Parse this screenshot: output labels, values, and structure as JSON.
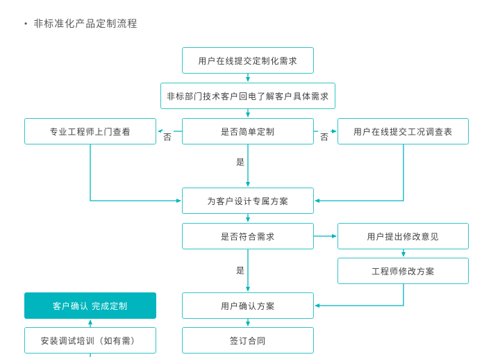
{
  "page": {
    "bullet": "•",
    "title": "非标准化产品定制流程"
  },
  "flowchart": {
    "nodes": {
      "submit_request": {
        "label": "用户在线提交定制化需求"
      },
      "callback": {
        "label": "非标部门技术客户回电了解客户具体需求"
      },
      "engineer_visit": {
        "label": "专业工程师上门查看"
      },
      "simple_custom": {
        "label": "是否简单定制"
      },
      "survey_form": {
        "label": "用户在线提交工况调查表"
      },
      "design_plan": {
        "label": "为客户设计专属方案"
      },
      "meet_needs": {
        "label": "是否符合需求"
      },
      "feedback": {
        "label": "用户提出修改意见"
      },
      "revise_plan": {
        "label": "工程师修改方案"
      },
      "confirm_plan": {
        "label": "用户确认方案"
      },
      "complete": {
        "label": "客户确认 完成定制"
      },
      "install_training": {
        "label": "安装调试培训（如有需）"
      },
      "sign_contract": {
        "label": "签订合同"
      }
    },
    "edge_labels": {
      "yes": "是",
      "no": "否"
    },
    "colors": {
      "accent": "#00b5bd",
      "node_border": "#35c3c6",
      "filled_node_bg": "#00b5bd",
      "filled_node_text": "#ffffff"
    }
  }
}
